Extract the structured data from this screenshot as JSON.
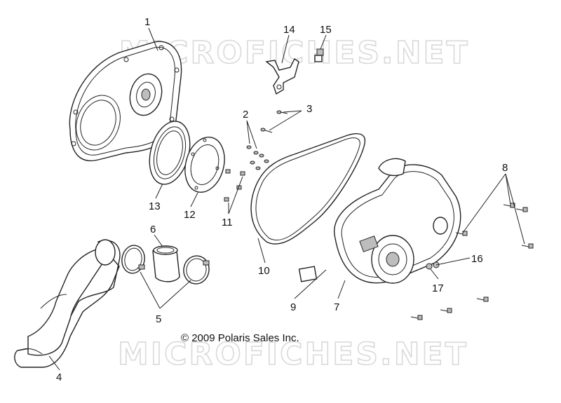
{
  "watermarks": [
    "MICROFICHES.NET",
    "MICROFICHES.NET"
  ],
  "copyright": "© 2009 Polaris Sales Inc.",
  "callouts": [
    {
      "id": "1",
      "label": "1"
    },
    {
      "id": "2",
      "label": "2"
    },
    {
      "id": "3",
      "label": "3"
    },
    {
      "id": "4",
      "label": "4"
    },
    {
      "id": "5",
      "label": "5"
    },
    {
      "id": "6",
      "label": "6"
    },
    {
      "id": "7",
      "label": "7"
    },
    {
      "id": "8",
      "label": "8"
    },
    {
      "id": "9",
      "label": "9"
    },
    {
      "id": "10",
      "label": "10"
    },
    {
      "id": "11",
      "label": "11"
    },
    {
      "id": "12",
      "label": "12"
    },
    {
      "id": "13",
      "label": "13"
    },
    {
      "id": "14",
      "label": "14"
    },
    {
      "id": "15",
      "label": "15"
    },
    {
      "id": "16",
      "label": "16"
    },
    {
      "id": "17",
      "label": "17"
    }
  ]
}
